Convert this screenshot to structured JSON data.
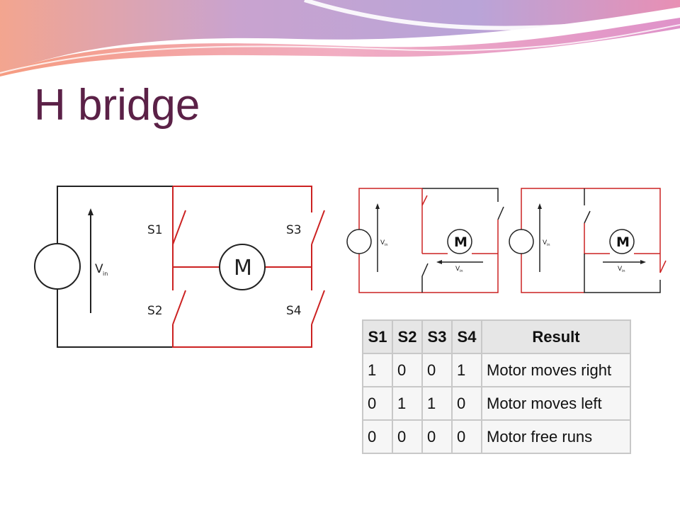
{
  "slide": {
    "title": "H bridge"
  },
  "main_circuit": {
    "switch_labels": [
      "S1",
      "S2",
      "S3",
      "S4"
    ],
    "motor_label": "M",
    "voltage_label": "V",
    "voltage_subscript": "in",
    "colors": {
      "wire": "#222222",
      "active_wire": "#cc2222"
    }
  },
  "small_circuits": [
    {
      "motor_label": "M",
      "voltage_label": "V",
      "voltage_subscript": "in",
      "current_direction": "left"
    },
    {
      "motor_label": "M",
      "voltage_label": "V",
      "voltage_subscript": "in",
      "current_direction": "right"
    }
  ],
  "truth_table": {
    "headers": [
      "S1",
      "S2",
      "S3",
      "S4",
      "Result"
    ],
    "rows": [
      [
        "1",
        "0",
        "0",
        "1",
        "Motor moves right"
      ],
      [
        "0",
        "1",
        "1",
        "0",
        "Motor moves left"
      ],
      [
        "0",
        "0",
        "0",
        "0",
        "Motor free runs"
      ]
    ]
  }
}
